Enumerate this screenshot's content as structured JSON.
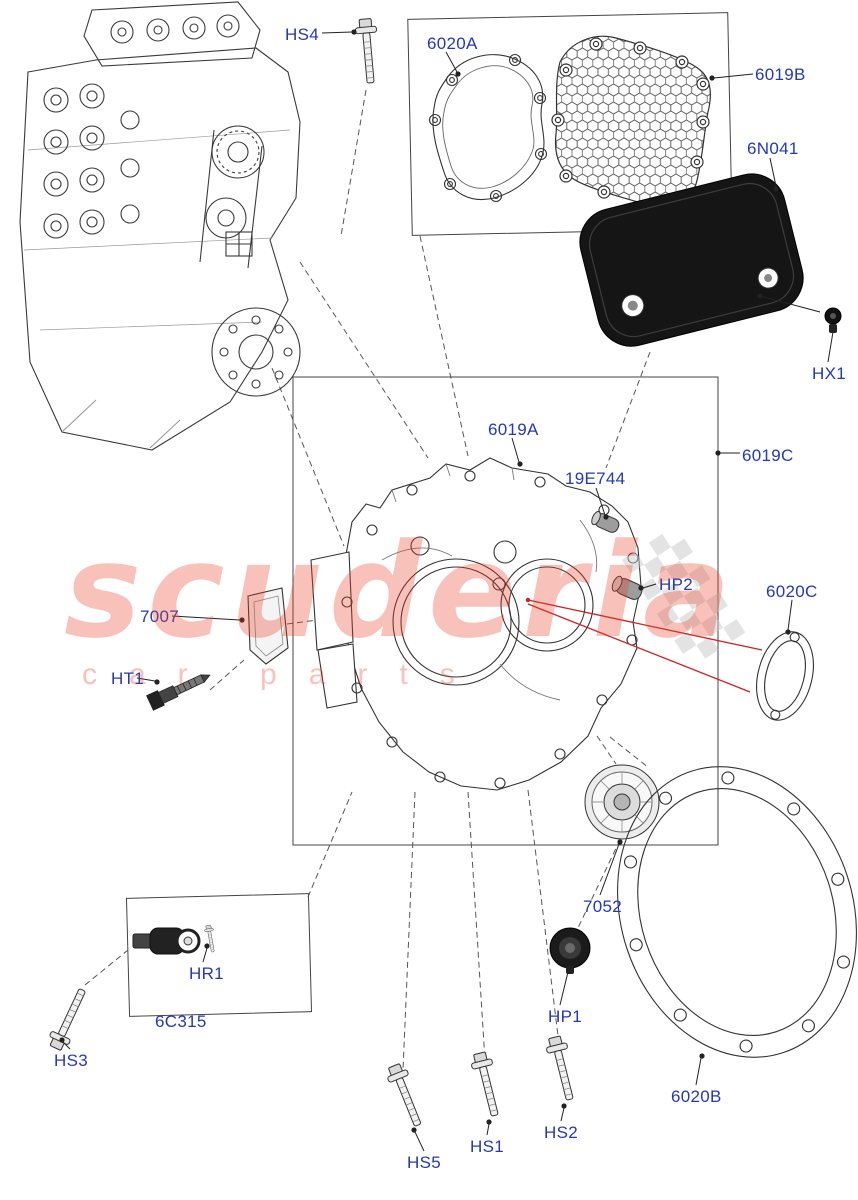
{
  "meta": {
    "type": "exploded-parts-diagram",
    "subject": "Engine timing cover and gaskets"
  },
  "colors": {
    "part_label": "#2438b8",
    "leader_line": "#222222",
    "red_pointer": "#cc2222",
    "watermark_red": "#e94229"
  },
  "watermark": {
    "brand": "scuderia",
    "tagline": "car parts"
  },
  "parts": {
    "hs4": "HS4",
    "6020a": "6020A",
    "6019b": "6019B",
    "6n041": "6N041",
    "hx1": "HX1",
    "6019a": "6019A",
    "6019c": "6019C",
    "19e744": "19E744",
    "hp2": "HP2",
    "6020c": "6020C",
    "7007": "7007",
    "ht1": "HT1",
    "7052": "7052",
    "hp1": "HP1",
    "6c315": "6C315",
    "hr1": "HR1",
    "hs3": "HS3",
    "6020b": "6020B",
    "hs5": "HS5",
    "hs1": "HS1",
    "hs2": "HS2"
  }
}
